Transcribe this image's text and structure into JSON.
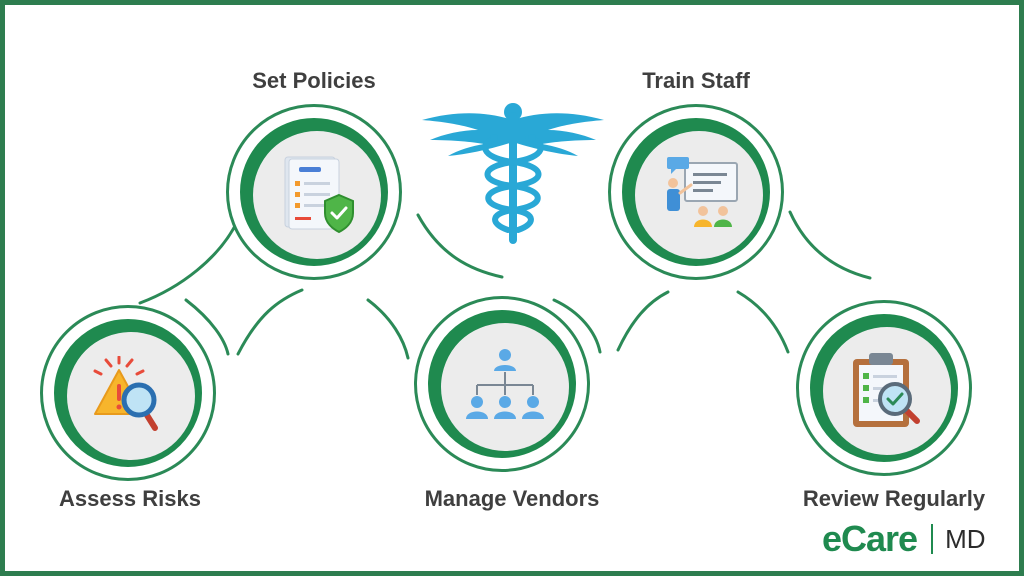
{
  "steps": [
    {
      "label": "Assess Risks",
      "icon": "warning-magnifier-icon"
    },
    {
      "label": "Set Policies",
      "icon": "policy-shield-icon"
    },
    {
      "label": "Manage Vendors",
      "icon": "org-chart-icon"
    },
    {
      "label": "Train Staff",
      "icon": "training-presentation-icon"
    },
    {
      "label": "Review Regularly",
      "icon": "clipboard-review-icon"
    }
  ],
  "brand": {
    "name": "eCare",
    "suffix": "MD"
  },
  "center_icon": "caduceus-icon",
  "colors": {
    "green": "#1f8a4f",
    "outline": "#2b8a57",
    "teal": "#29a8d6",
    "text": "#3f3f3f"
  }
}
